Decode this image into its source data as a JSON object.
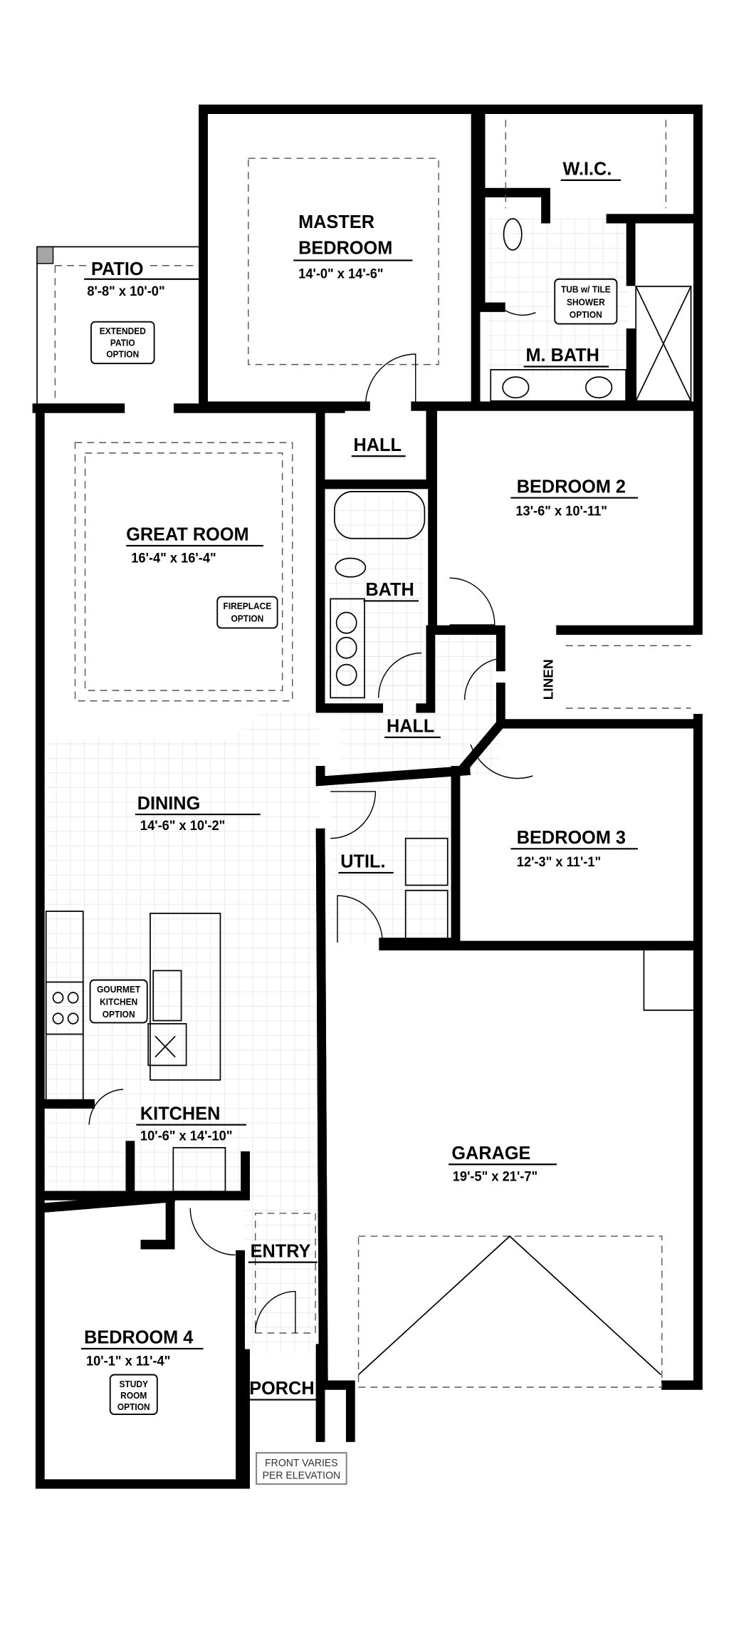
{
  "title": "Floor Plan",
  "colors": {
    "wall": "#a6a6a6",
    "outline": "#000000",
    "tile": "#e3e3e3"
  },
  "rooms": {
    "patio": {
      "name": "PATIO",
      "dims": "8'-8\" x 10'-0\""
    },
    "master_bedroom": {
      "name_line1": "MASTER",
      "name_line2": "BEDROOM",
      "dims": "14'-0\" x 14'-6\""
    },
    "wic": {
      "name": "W.I.C."
    },
    "master_bath": {
      "name": "M. BATH"
    },
    "hall_upper": {
      "name": "HALL"
    },
    "bedroom2": {
      "name": "BEDROOM 2",
      "dims": "13'-6\" x 10'-11\""
    },
    "great_room": {
      "name": "GREAT ROOM",
      "dims": "16'-4\" x 16'-4\""
    },
    "bath": {
      "name": "BATH"
    },
    "linen": {
      "name": "LINEN"
    },
    "hall_lower": {
      "name": "HALL"
    },
    "bedroom3": {
      "name": "BEDROOM 3",
      "dims": "12'-3\" x 11'-1\""
    },
    "dining": {
      "name": "DINING",
      "dims": "14'-6\" x 10'-2\""
    },
    "utility": {
      "name": "UTIL."
    },
    "kitchen": {
      "name": "KITCHEN",
      "dims": "10'-6\" x 14'-10\""
    },
    "garage": {
      "name": "GARAGE",
      "dims": "19'-5\" x 21'-7\""
    },
    "entry": {
      "name": "ENTRY"
    },
    "bedroom4": {
      "name": "BEDROOM 4",
      "dims": "10'-1\" x 11'-4\""
    },
    "porch": {
      "name": "PORCH"
    }
  },
  "options": {
    "extended_patio": [
      "EXTENDED",
      "PATIO",
      "OPTION"
    ],
    "tub_shower": [
      "TUB w/ TILE",
      "SHOWER",
      "OPTION"
    ],
    "fireplace": [
      "FIREPLACE",
      "OPTION"
    ],
    "gourmet_kitchen": [
      "GOURMET",
      "KITCHEN",
      "OPTION"
    ],
    "study_room": [
      "STUDY",
      "ROOM",
      "OPTION"
    ]
  },
  "notes": {
    "front_varies": [
      "FRONT VARIES",
      "PER ELEVATION"
    ]
  }
}
